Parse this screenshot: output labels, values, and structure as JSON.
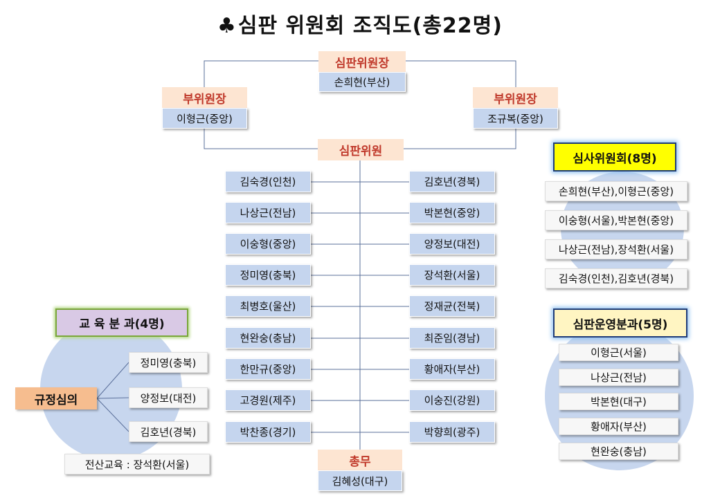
{
  "title": "심판 위원회 조직도(총22명)",
  "title_icon": "club-suit-icon",
  "chair": {
    "role": "심판위원장",
    "name": "손희현(부산)"
  },
  "vice_left": {
    "role": "부위원장",
    "name": "이형근(중앙)"
  },
  "vice_right": {
    "role": "부위원장",
    "name": "조규복(중앙)"
  },
  "referees_label": "심판위원",
  "referees_left": [
    "김숙경(인천)",
    "나상근(전남)",
    "이숭형(중앙)",
    "정미영(충북)",
    "최병호(울산)",
    "현완숭(충남)",
    "한만규(중앙)",
    "고경원(제주)",
    "박찬종(경기)"
  ],
  "referees_right": [
    "김호년(경북)",
    "박본현(중앙)",
    "양정보(대전)",
    "장석환(서울)",
    "정재균(전북)",
    "최준임(경남)",
    "황애자(부산)",
    "이숭진(강원)",
    "박향희(광주)"
  ],
  "general_affairs": {
    "role": "총무",
    "name": "김혜성(대구)"
  },
  "review_committee": {
    "title": "심사위원회(8명)",
    "members": [
      "손희현(부산),이형근(중앙)",
      "이숭형(서울),박본현(중앙)",
      "나상근(전남),장석환(서울)",
      "김숙경(인천),김호년(경북)"
    ]
  },
  "operations": {
    "title": "심판운영분과(5명)",
    "members": [
      "이형근(서울)",
      "나상근(전남)",
      "박본현(대구)",
      "황애자(부산)",
      "현완숭(충남)"
    ]
  },
  "education": {
    "title": "교 육 분 과(4명)",
    "rule_label": "규정심의",
    "members": [
      "정미영(충북)",
      "양정보(대전)",
      "김호년(경북)"
    ],
    "computer_edu": "전산교육 : 장석환(서울)"
  },
  "colors": {
    "role_text": "#c0392b",
    "member_box": "#c5d5ee",
    "circle": "#c7d6ee",
    "highlight": "#ffff00",
    "border": "#1f3b78"
  }
}
